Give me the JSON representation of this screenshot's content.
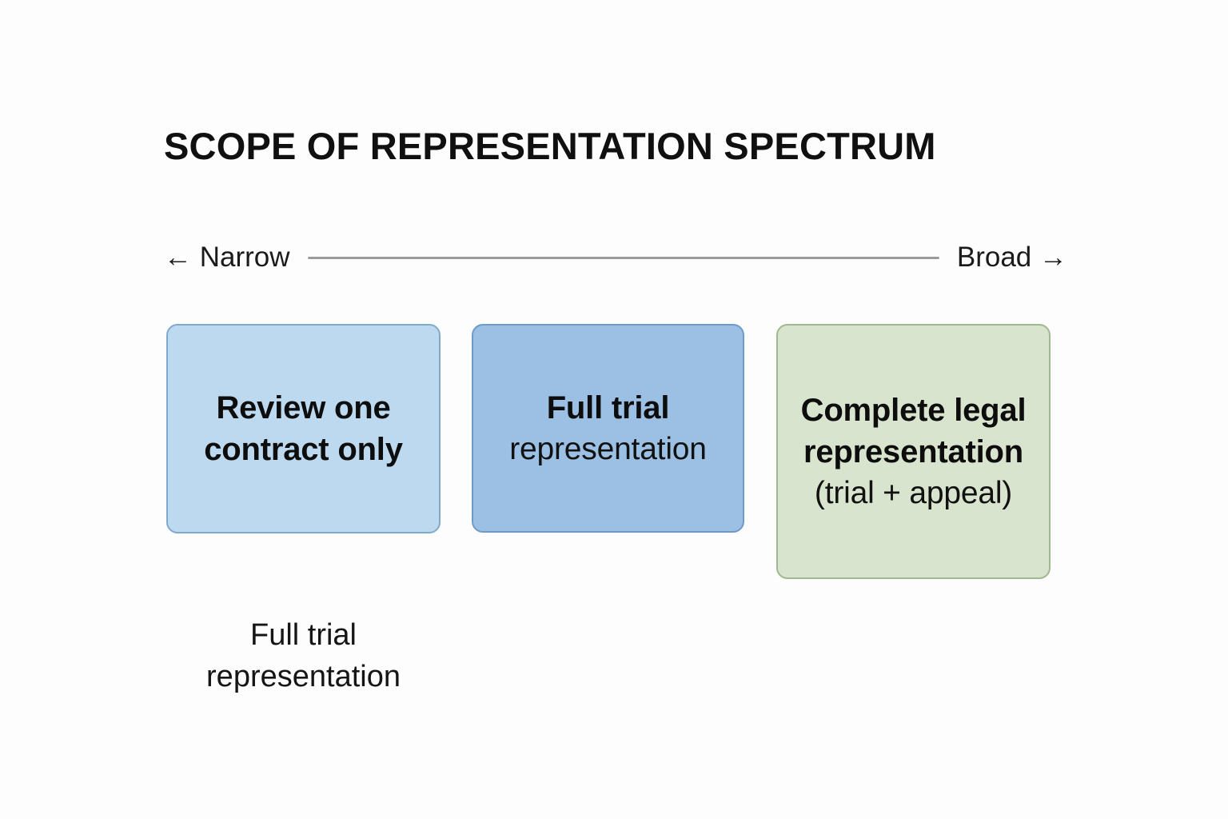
{
  "page": {
    "title": "SCOPE OF REPRESENTATION SPECTRUM",
    "background_color": "#fdfdfd"
  },
  "spectrum": {
    "left_label": "← Narrow",
    "right_label": "Broad →",
    "line_color": "#9b9b9b"
  },
  "cards": [
    {
      "strong_text": "Review one contract only",
      "regular_text": "",
      "fill_color": "#bdd9ef",
      "border_color": "#7fa9cd"
    },
    {
      "strong_text": "Full trial",
      "regular_text": "representation",
      "fill_color": "#9cc0e4",
      "border_color": "#6d9ac8"
    },
    {
      "strong_text": "Complete legal representation",
      "regular_text": "(trial + appeal)",
      "fill_color": "#d8e4cd",
      "border_color": "#9fb890"
    }
  ],
  "caption": {
    "text": "Full trial representation"
  }
}
